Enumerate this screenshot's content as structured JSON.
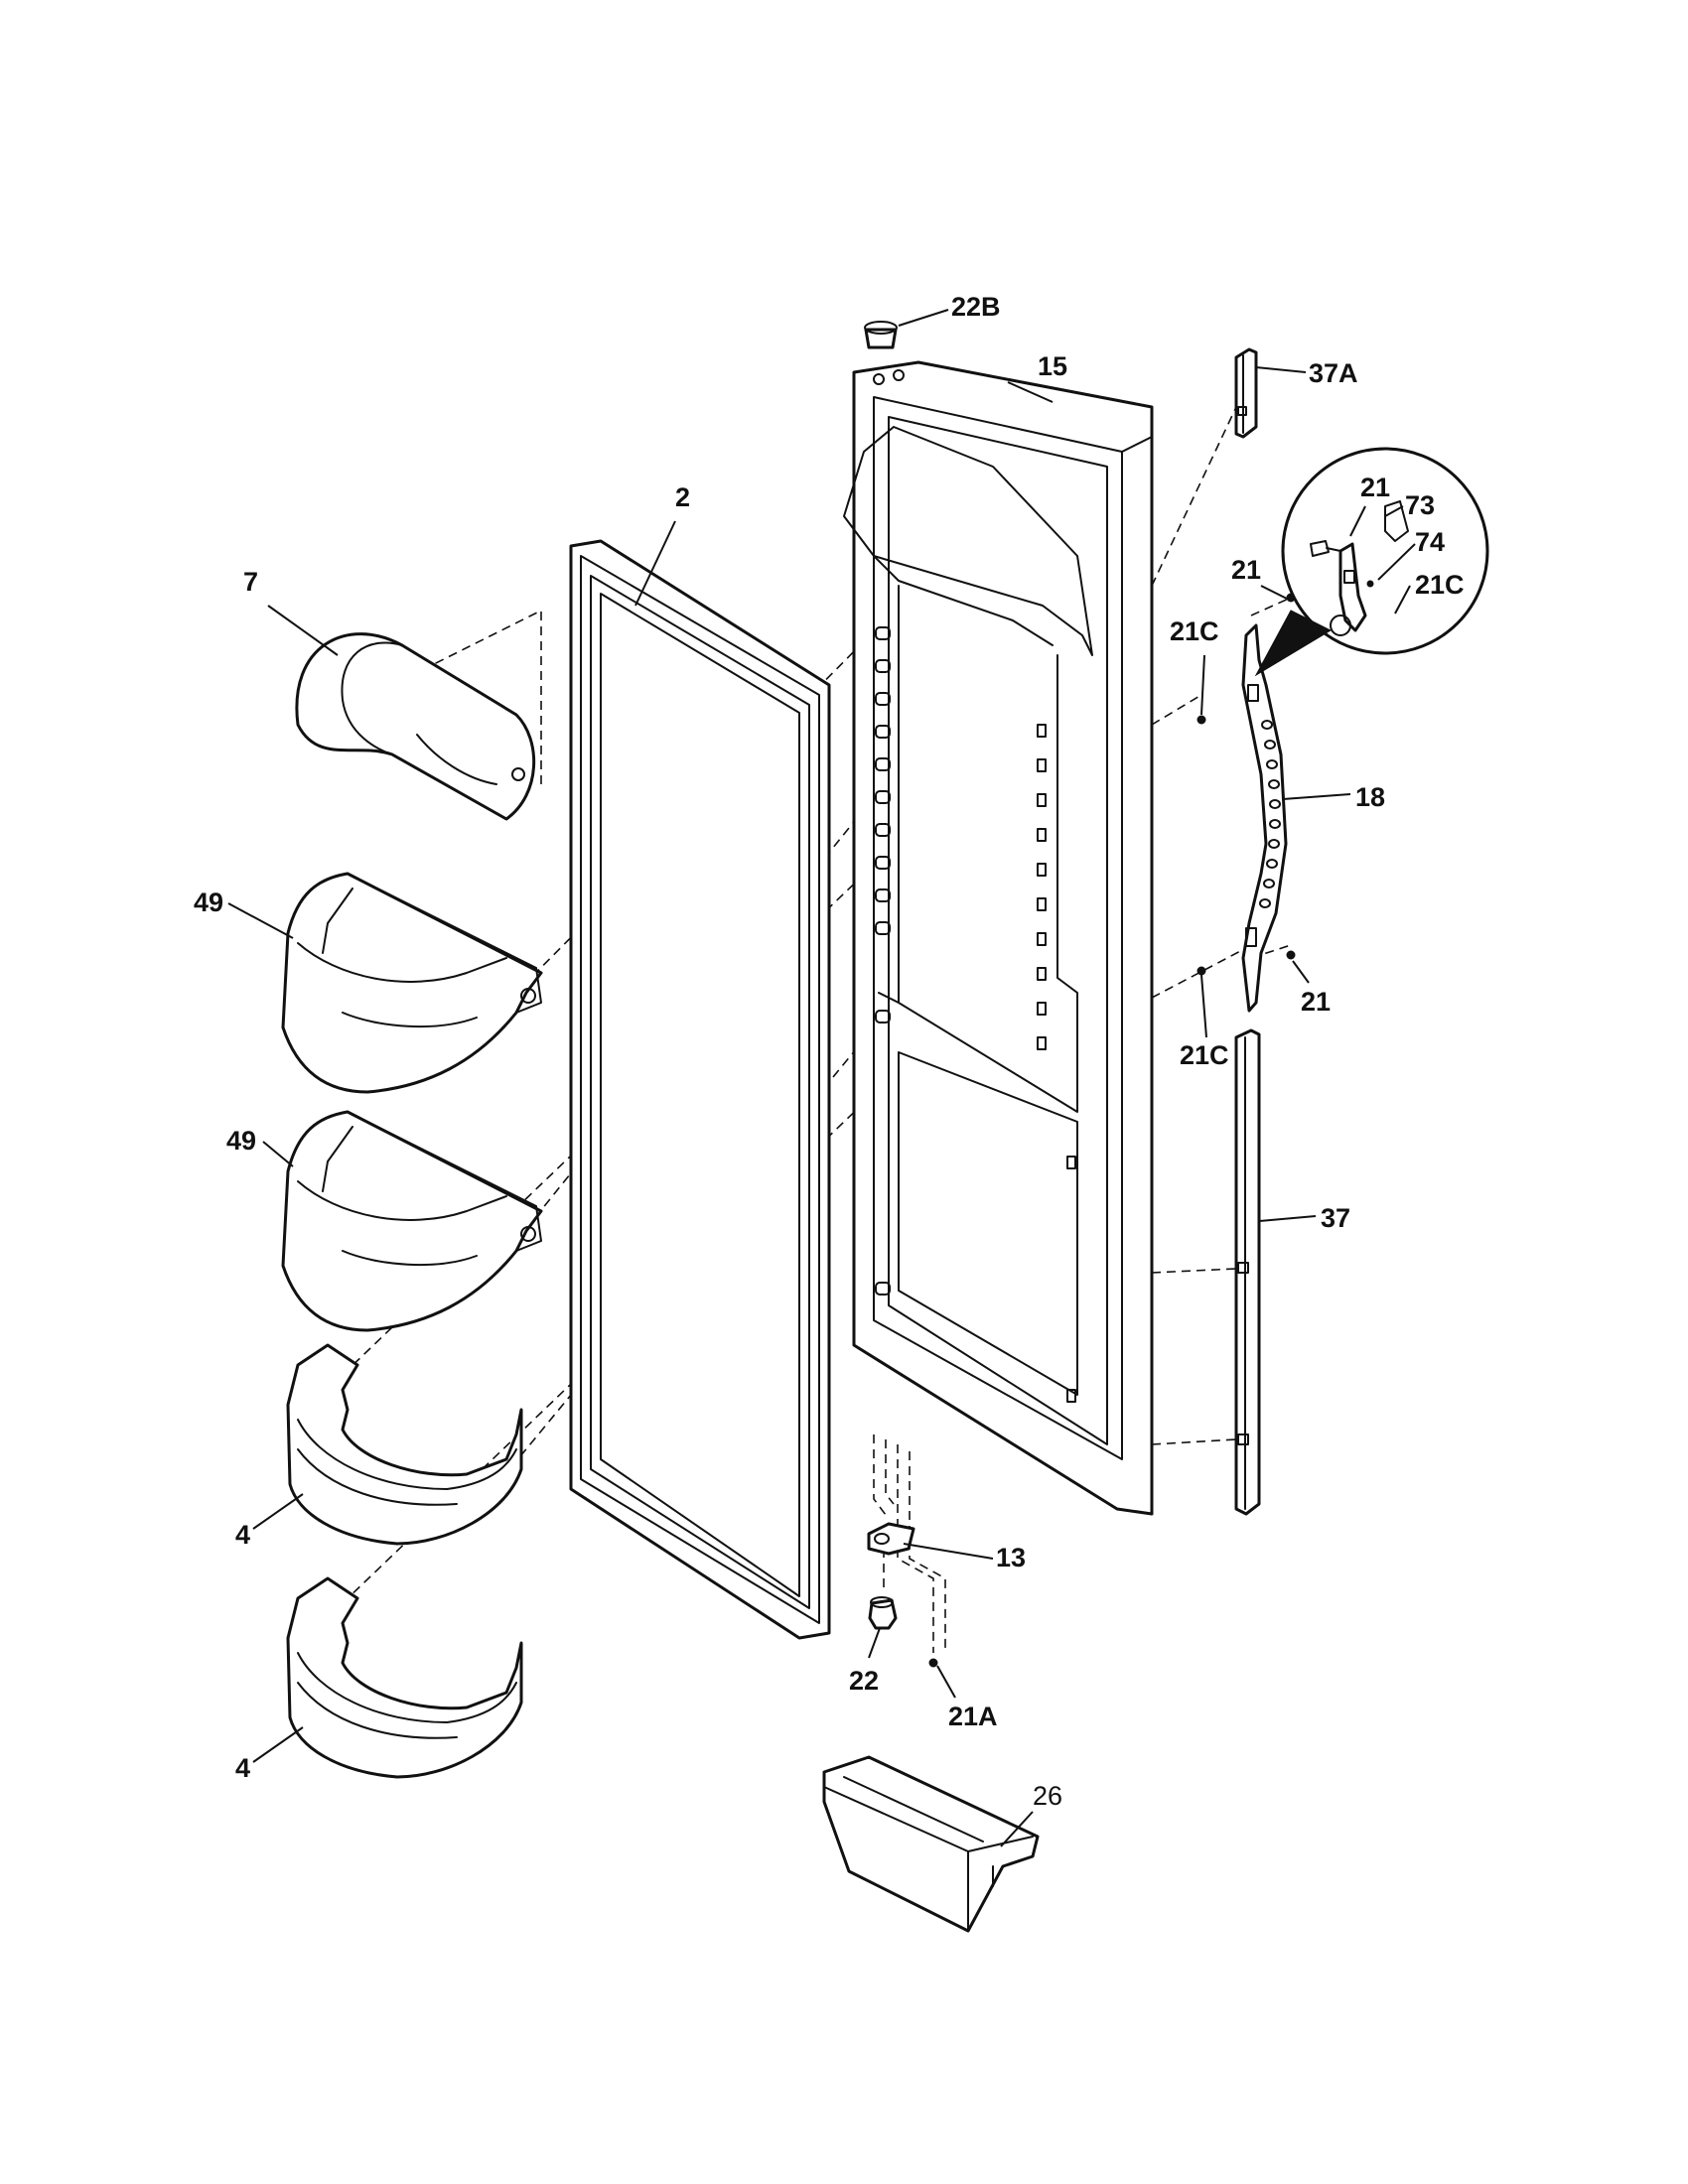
{
  "diagram": {
    "part_labels": {
      "p22B": "22B",
      "p15": "15",
      "p37A": "37A",
      "p2": "2",
      "p7": "7",
      "p21_detail": "21",
      "p73": "73",
      "p74": "74",
      "p21C_detail": "21C",
      "p21_upper": "21",
      "p21C_upper": "21C",
      "p18": "18",
      "p49_upper": "49",
      "p49_lower": "49",
      "p21_lower": "21",
      "p21C_lower": "21C",
      "p37": "37",
      "p4_upper": "4",
      "p4_lower": "4",
      "p13": "13",
      "p22": "22",
      "p21A": "21A",
      "p26": "26"
    }
  }
}
